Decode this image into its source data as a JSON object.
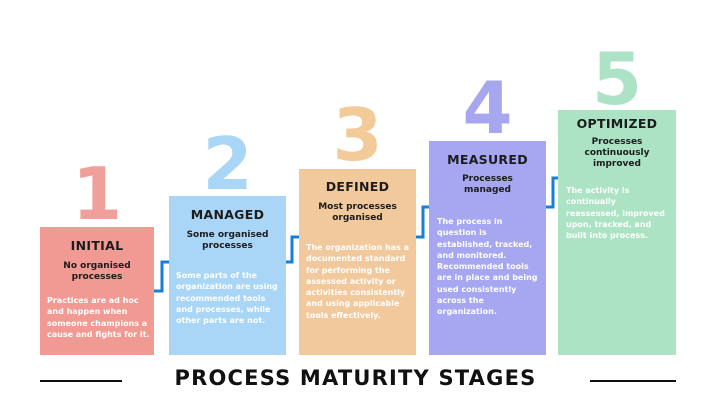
{
  "title": "PROCESS MATURITY STAGES",
  "line_color": "#1a7ed6",
  "stages": [
    {
      "number": "1",
      "name": "INITIAL",
      "subtitle": "No organised processes",
      "description": "Practices are ad hoc and happen when someone champions a cause and fights for it.",
      "number_color": "#f0a09a",
      "box_color": "#f19993"
    },
    {
      "number": "2",
      "name": "MANAGED",
      "subtitle": "Some organised processes",
      "description": "Some parts of the organization are using recommended tools and processes, while other parts are not.",
      "number_color": "#a9d5f6",
      "box_color": "#a9d6f7"
    },
    {
      "number": "3",
      "name": "DEFINED",
      "subtitle": "Most processes organised",
      "description": "The organization has a documented standard for performing the assessed activity or activities consistently and using applicable tools effectively.",
      "number_color": "#f2cb98",
      "box_color": "#f2c99c"
    },
    {
      "number": "4",
      "name": "MEASURED",
      "subtitle": "Processes managed",
      "description": "The process in question is established, tracked, and monitored. Recommended tools are in place and being used consistently across the organization.",
      "number_color": "#a7a7f0",
      "box_color": "#a6a6f1"
    },
    {
      "number": "5",
      "name": "OPTIMIZED",
      "subtitle": "Processes continuously improved",
      "description": "The activity is continually reassessed, improved upon, tracked, and built into process.",
      "number_color": "#ace2c5",
      "box_color": "#abe3c4"
    }
  ]
}
